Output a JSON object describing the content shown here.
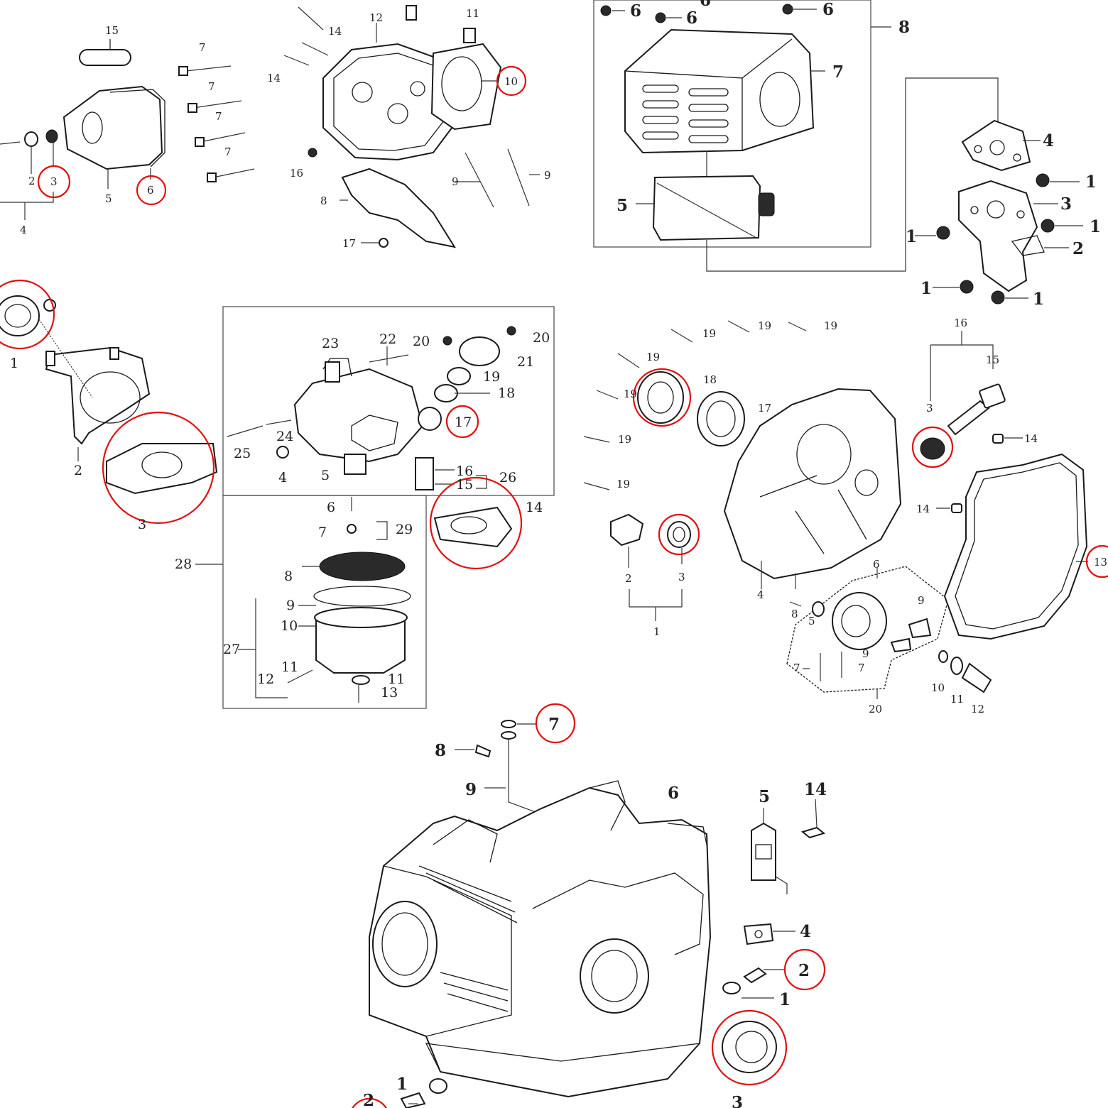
{
  "highlight_color": "#e01010",
  "panels": {
    "rocker_cover": {
      "labels": [
        "15",
        "7",
        "7",
        "7",
        "7",
        "2",
        "3",
        "5",
        "6",
        "4"
      ],
      "highlighted": [
        "3",
        "6"
      ]
    },
    "cylinder_head": {
      "labels": [
        "12",
        "11",
        "14",
        "14",
        "10",
        "16",
        "9",
        "9",
        "8",
        "17"
      ],
      "highlighted": [
        "10"
      ]
    },
    "muffler": {
      "labels": [
        "6",
        "6",
        "6",
        "6",
        "8",
        "7",
        "5"
      ]
    },
    "muffler_flange": {
      "labels": [
        "4",
        "1",
        "3",
        "1",
        "2",
        "1",
        "1",
        "1"
      ]
    },
    "intake_gaskets": {
      "labels": [
        "1",
        "2",
        "3"
      ],
      "highlighted": [
        "1",
        "3"
      ]
    },
    "carburetor": {
      "labels": [
        "23",
        "22",
        "20",
        "20",
        "21",
        "19",
        "18",
        "17",
        "24",
        "25",
        "4",
        "5",
        "16",
        "26",
        "15",
        "14",
        "6",
        "7",
        "29",
        "28",
        "8",
        "9",
        "10",
        "27",
        "11",
        "12",
        "11",
        "13"
      ],
      "highlighted": [
        "17",
        "14"
      ]
    },
    "crankcase_cover": {
      "labels": [
        "19",
        "19",
        "19",
        "19",
        "19",
        "19",
        "19",
        "18",
        "17",
        "2",
        "3",
        "1",
        "4",
        "8",
        "5",
        "6",
        "9",
        "9",
        "7",
        "7",
        "20",
        "10",
        "11",
        "12"
      ],
      "highlighted": [
        "18",
        "3"
      ]
    },
    "oil_filler": {
      "labels": [
        "16",
        "15",
        "3",
        "14",
        "14",
        "13"
      ],
      "highlighted": [
        "3",
        "13"
      ]
    },
    "engine_block": {
      "labels": [
        "7",
        "8",
        "9",
        "6",
        "5",
        "14",
        "4",
        "2",
        "1",
        "2",
        "1",
        "3"
      ],
      "highlighted": [
        "7",
        "2",
        "3",
        "2"
      ]
    }
  }
}
